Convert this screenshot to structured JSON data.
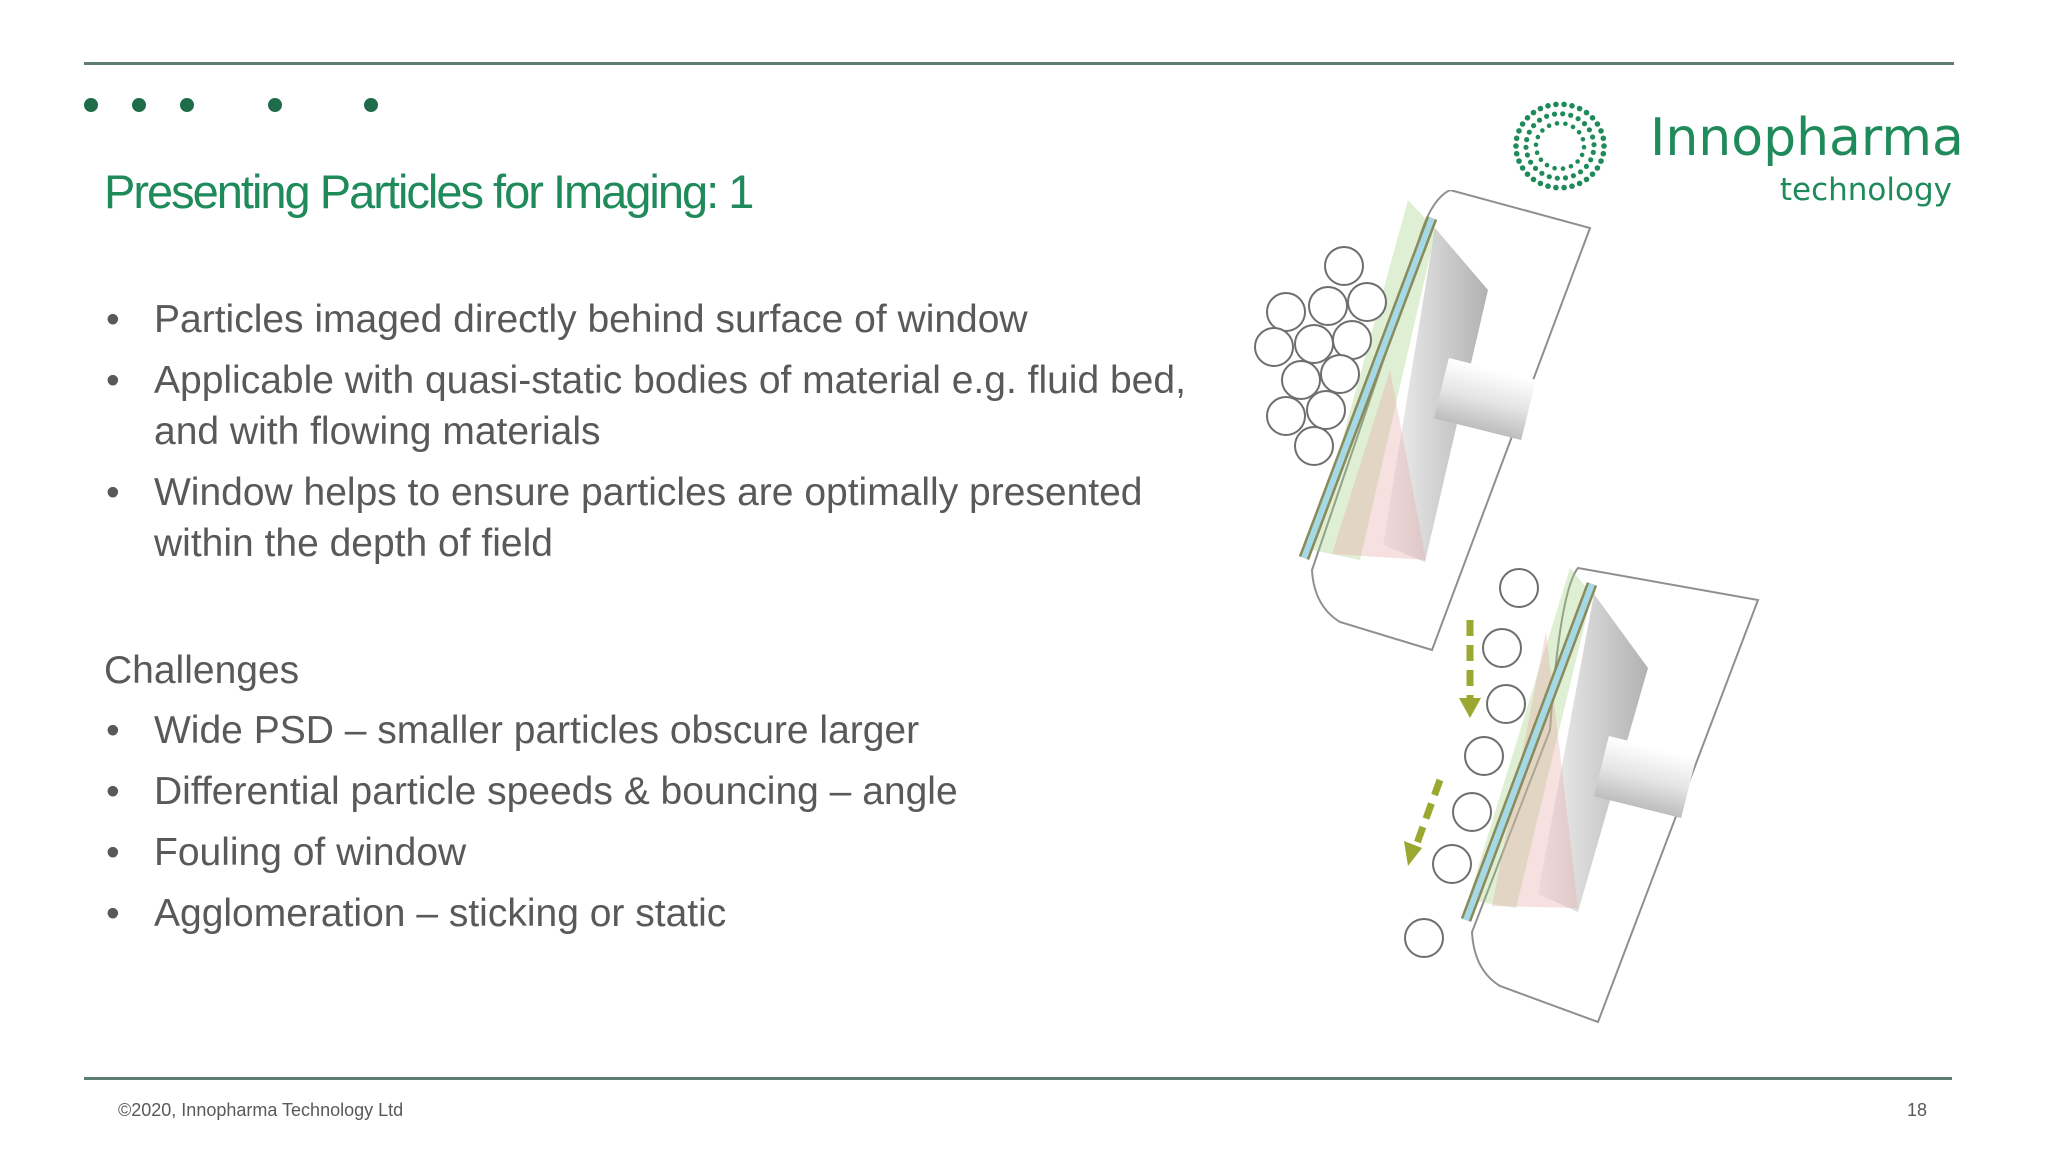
{
  "slide": {
    "title": "Presenting Particles for Imaging: 1",
    "bullets": [
      "Particles imaged directly behind surface of window",
      "Applicable with quasi-static bodies of material e.g. fluid bed, and with flowing materials",
      "Window helps to ensure particles are optimally presented within the depth of field"
    ],
    "challenges_heading": "Challenges",
    "challenges": [
      "Wide PSD – smaller particles obscure larger",
      "Differential particle speeds & bouncing – angle",
      "Fouling of window",
      "Agglomeration – sticking or static"
    ]
  },
  "logo": {
    "name": "Innopharma",
    "tagline": "technology",
    "mark_icon": "dotted-circle-logo-icon"
  },
  "footer": {
    "copyright": "©2020, Innopharma Technology Ltd",
    "page_number": "18"
  },
  "colors": {
    "brand_green": "#1f8a5a",
    "rule": "#5d7d70",
    "text": "#595959",
    "arrow": "#9aa832"
  }
}
